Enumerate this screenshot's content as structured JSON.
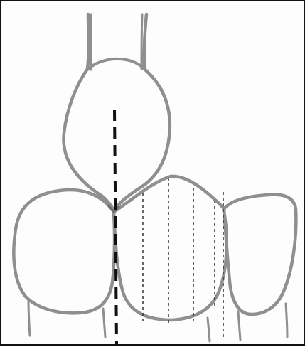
{
  "colors": {
    "outline": "#8f8f8f",
    "outline_dark": "#6e6e6e",
    "midline": "#111111",
    "guide": "#333333",
    "background": "#fdfdfd",
    "border": "#111111"
  },
  "figure": {
    "elements": [
      "upper-tooth",
      "left-tooth",
      "center-tooth",
      "right-tooth",
      "midline",
      "segment-guides"
    ],
    "guide_count": 5
  }
}
